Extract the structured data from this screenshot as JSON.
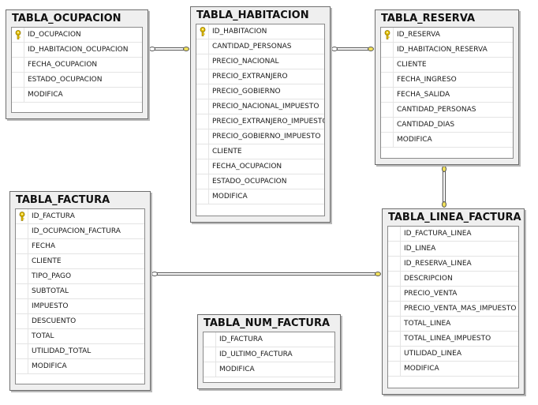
{
  "tables": [
    {
      "id": "ocupacion",
      "name": "TABLA_OCUPACION",
      "columns": [
        "ID_OCUPACION",
        "ID_HABITACION_OCUPACION",
        "FECHA_OCUPACION",
        "ESTADO_OCUPACION",
        "MODIFICA"
      ],
      "primary_key": "ID_OCUPACION"
    },
    {
      "id": "habitacion",
      "name": "TABLA_HABITACION",
      "columns": [
        "ID_HABITACION",
        "CANTIDAD_PERSONAS",
        "PRECIO_NACIONAL",
        "PRECIO_EXTRANJERO",
        "PRECIO_GOBIERNO",
        "PRECIO_NACIONAL_IMPUESTO",
        "PRECIO_EXTRANJERO_IMPUESTO",
        "PRECIO_GOBIERNO_IMPUESTO",
        "CLIENTE",
        "FECHA_OCUPACION",
        "ESTADO_OCUPACION",
        "MODIFICA"
      ],
      "primary_key": "ID_HABITACION"
    },
    {
      "id": "reserva",
      "name": "TABLA_RESERVA",
      "columns": [
        "ID_RESERVA",
        "ID_HABITACION_RESERVA",
        "CLIENTE",
        "FECHA_INGRESO",
        "FECHA_SALIDA",
        "CANTIDAD_PERSONAS",
        "CANTIDAD_DIAS",
        "MODIFICA"
      ],
      "primary_key": "ID_RESERVA"
    },
    {
      "id": "factura",
      "name": "TABLA_FACTURA",
      "columns": [
        "ID_FACTURA",
        "ID_OCUPACION_FACTURA",
        "FECHA",
        "CLIENTE",
        "TIPO_PAGO",
        "SUBTOTAL",
        "IMPUESTO",
        "DESCUENTO",
        "TOTAL",
        "UTILIDAD_TOTAL",
        "MODIFICA"
      ],
      "primary_key": "ID_FACTURA"
    },
    {
      "id": "num_factura",
      "name": "TABLA_NUM_FACTURA",
      "columns": [
        "ID_FACTURA",
        "ID_ULTIMO_FACTURA",
        "MODIFICA"
      ],
      "primary_key": null
    },
    {
      "id": "linea_factura",
      "name": "TABLA_LINEA_FACTURA",
      "columns": [
        "ID_FACTURA_LINEA",
        "ID_LINEA",
        "ID_RESERVA_LINEA",
        "DESCRIPCION",
        "PRECIO_VENTA",
        "PRECIO_VENTA_MAS_IMPUESTO",
        "TOTAL_LINEA",
        "TOTAL_LINEA_IMPUESTO",
        "UTILIDAD_LINEA",
        "MODIFICA"
      ],
      "primary_key": null
    }
  ],
  "relationships": [
    {
      "from": "ocupacion",
      "to": "habitacion"
    },
    {
      "from": "habitacion",
      "to": "reserva"
    },
    {
      "from": "reserva",
      "to": "linea_factura"
    },
    {
      "from": "factura",
      "to": "linea_factura"
    }
  ],
  "colors": {
    "key_icon": "#e8c400",
    "connector": "#555555",
    "endpoint_fill": "#f3e25a"
  },
  "icons": {
    "primary_key": "key-icon"
  }
}
